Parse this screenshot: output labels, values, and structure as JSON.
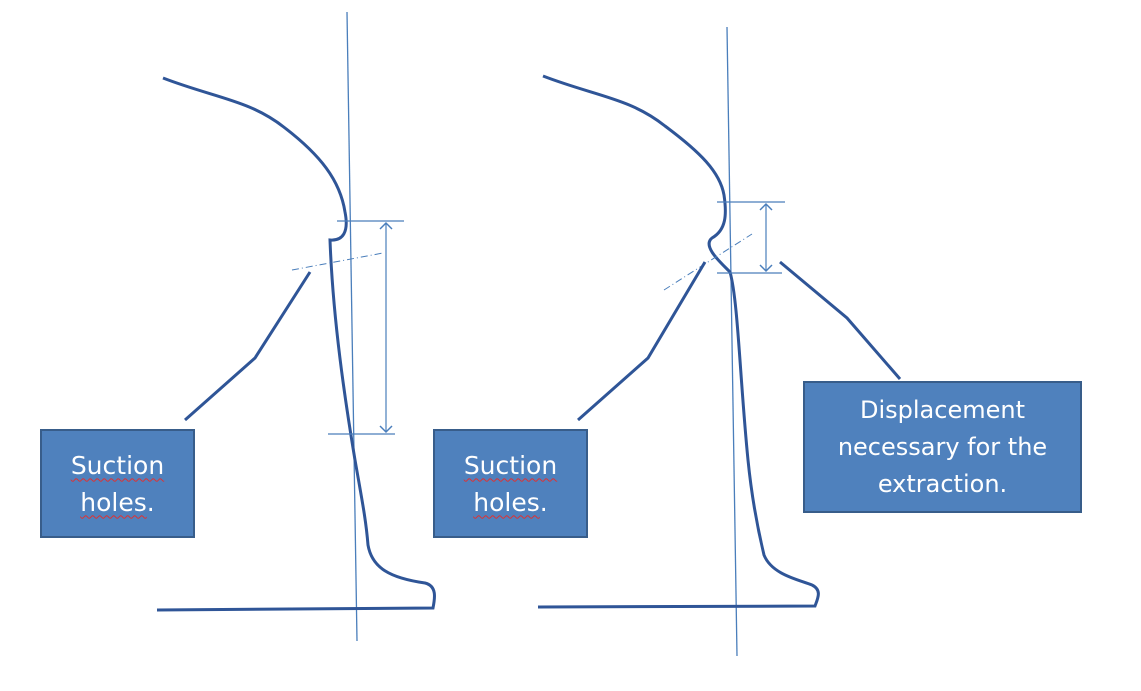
{
  "labels": {
    "suction_left": {
      "word1": "Suction",
      "word2": "holes",
      "suffix": "."
    },
    "suction_right": {
      "word1": "Suction",
      "word2": "holes",
      "suffix": "."
    },
    "displacement": {
      "line1": "Displacement",
      "line2": "necessary for the",
      "line3": "extraction."
    }
  },
  "colors": {
    "profile": "#2f5597",
    "guide": "#4a7ebb",
    "box_fill": "#4f81bd",
    "box_border": "#385d8a",
    "box_text": "#ffffff"
  }
}
